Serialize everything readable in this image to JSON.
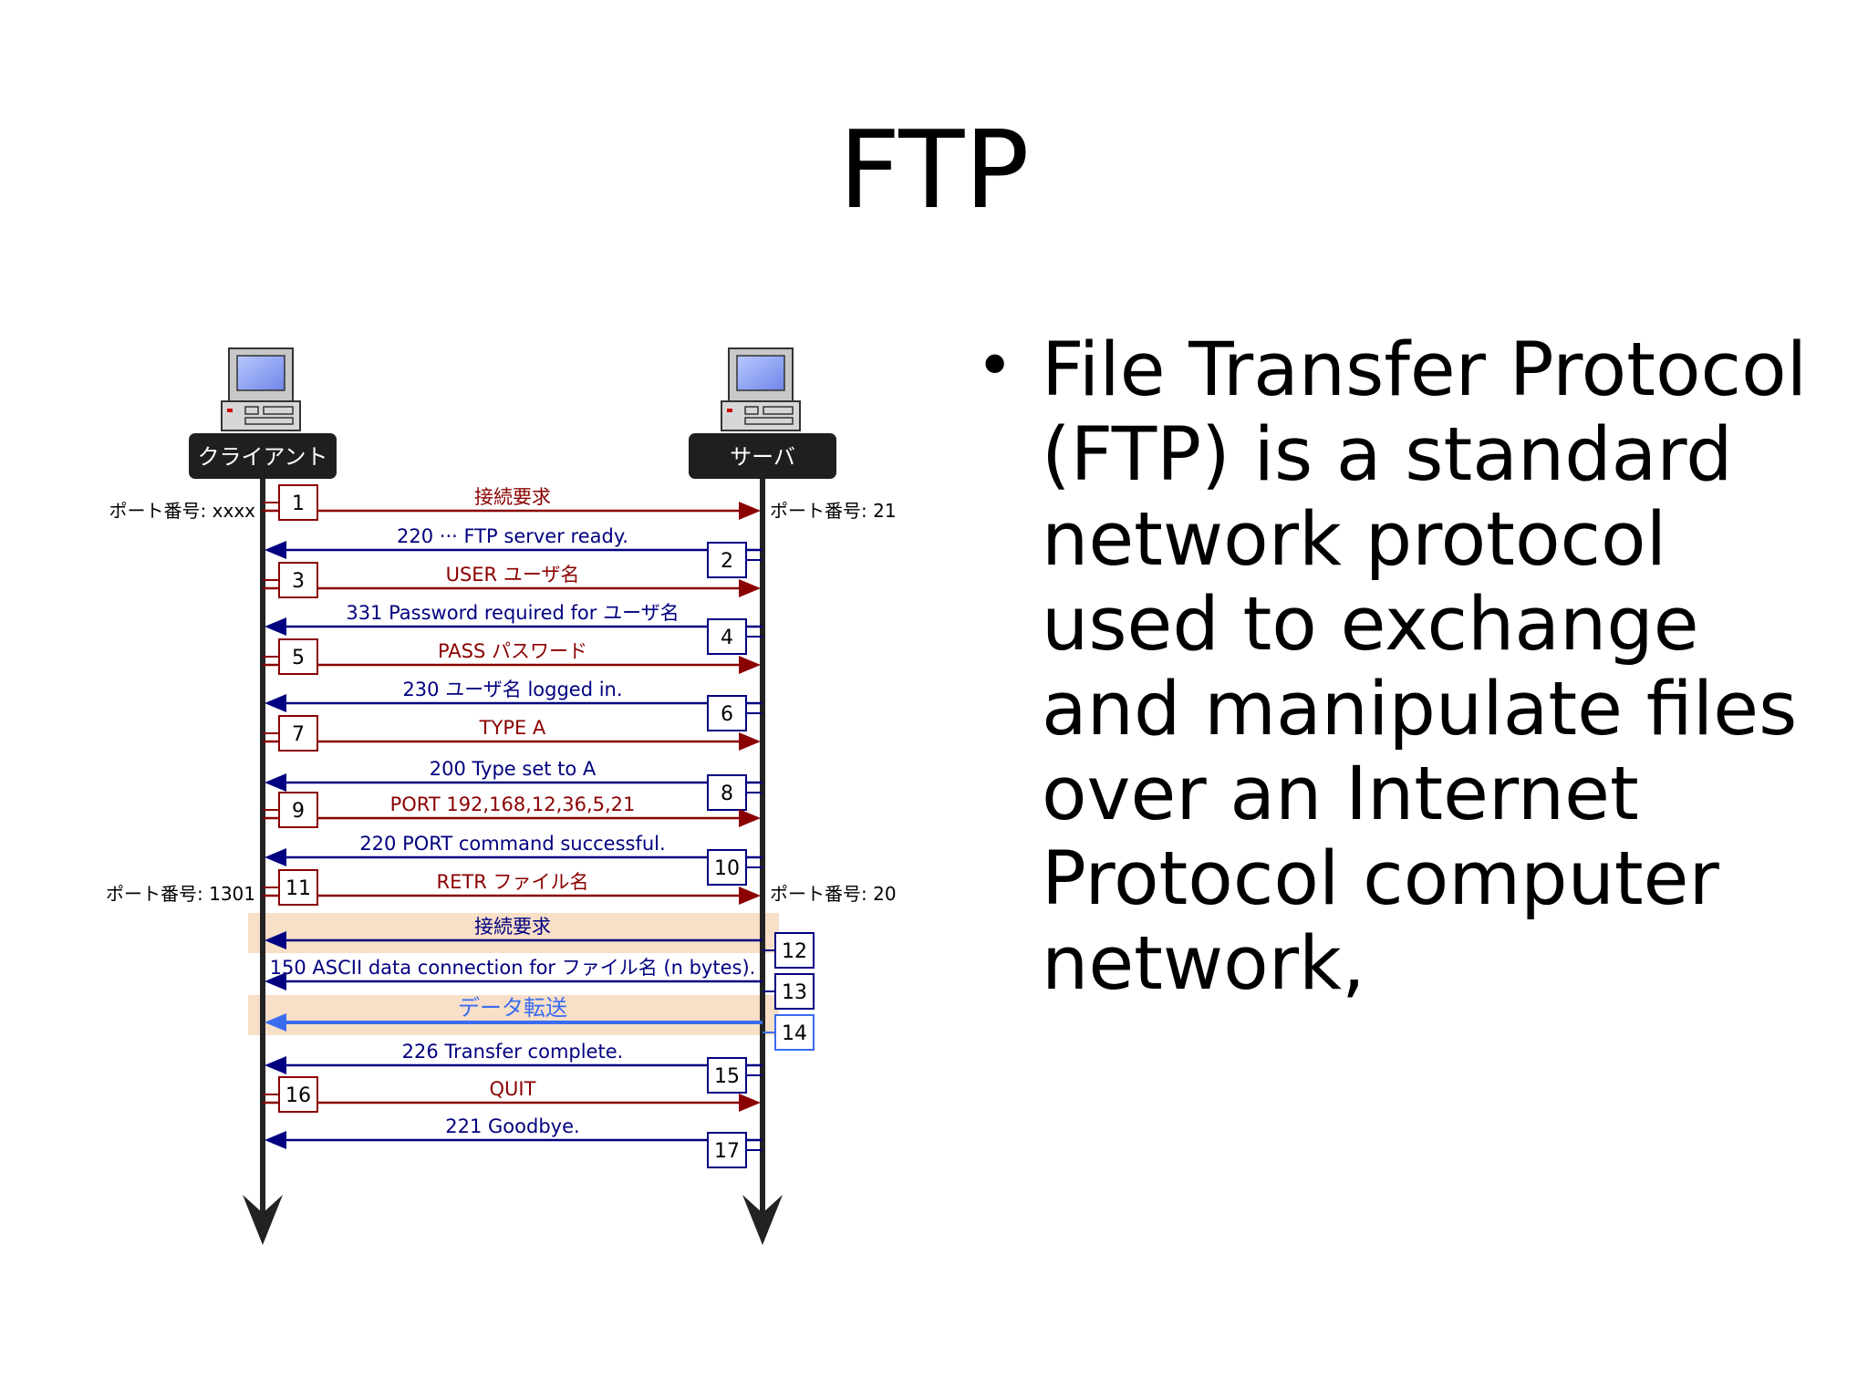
{
  "slide": {
    "title": "FTP",
    "bullet": "File Transfer Protocol (FTP) is a standard network protocol used to exchange and manipulate files over an Internet Protocol computer network,"
  },
  "diagram": {
    "client_label": "クライアント",
    "server_label": "サーバ",
    "client_port_1": "ポート番号: xxxx",
    "server_port_1": "ポート番号: 21",
    "client_port_2": "ポート番号: 1301",
    "server_port_2": "ポート番号: 20",
    "colors": {
      "to_server": "#8b0000",
      "to_client": "#000080",
      "data": "#3a6cf0",
      "highlight": "#f7dfc8"
    },
    "messages": [
      {
        "num": "1",
        "text": "接続要求",
        "dir": "to_server",
        "highlight": false
      },
      {
        "num": "2",
        "text": "220 ··· FTP server ready.",
        "dir": "to_client",
        "highlight": false
      },
      {
        "num": "3",
        "text": "USER ユーザ名",
        "dir": "to_server",
        "highlight": false
      },
      {
        "num": "4",
        "text": "331 Password required for ユーザ名",
        "dir": "to_client",
        "highlight": false
      },
      {
        "num": "5",
        "text": "PASS パスワード",
        "dir": "to_server",
        "highlight": false
      },
      {
        "num": "6",
        "text": "230 ユーザ名 logged in.",
        "dir": "to_client",
        "highlight": false
      },
      {
        "num": "7",
        "text": "TYPE A",
        "dir": "to_server",
        "highlight": false
      },
      {
        "num": "8",
        "text": "200 Type set to A",
        "dir": "to_client",
        "highlight": false
      },
      {
        "num": "9",
        "text": "PORT 192,168,12,36,5,21",
        "dir": "to_server",
        "highlight": false
      },
      {
        "num": "10",
        "text": "220 PORT command successful.",
        "dir": "to_client",
        "highlight": false
      },
      {
        "num": "11",
        "text": "RETR ファイル名",
        "dir": "to_server",
        "highlight": false
      },
      {
        "num": "12",
        "text": "接続要求",
        "dir": "to_client",
        "highlight": true
      },
      {
        "num": "13",
        "text": "150 ASCII data connection for ファイル名 (n bytes).",
        "dir": "to_client",
        "highlight": false
      },
      {
        "num": "14",
        "text": "データ転送",
        "dir": "data",
        "highlight": true
      },
      {
        "num": "15",
        "text": "226 Transfer complete.",
        "dir": "to_client",
        "highlight": false
      },
      {
        "num": "16",
        "text": "QUIT",
        "dir": "to_server",
        "highlight": false
      },
      {
        "num": "17",
        "text": "221 Goodbye.",
        "dir": "to_client",
        "highlight": false
      }
    ]
  }
}
